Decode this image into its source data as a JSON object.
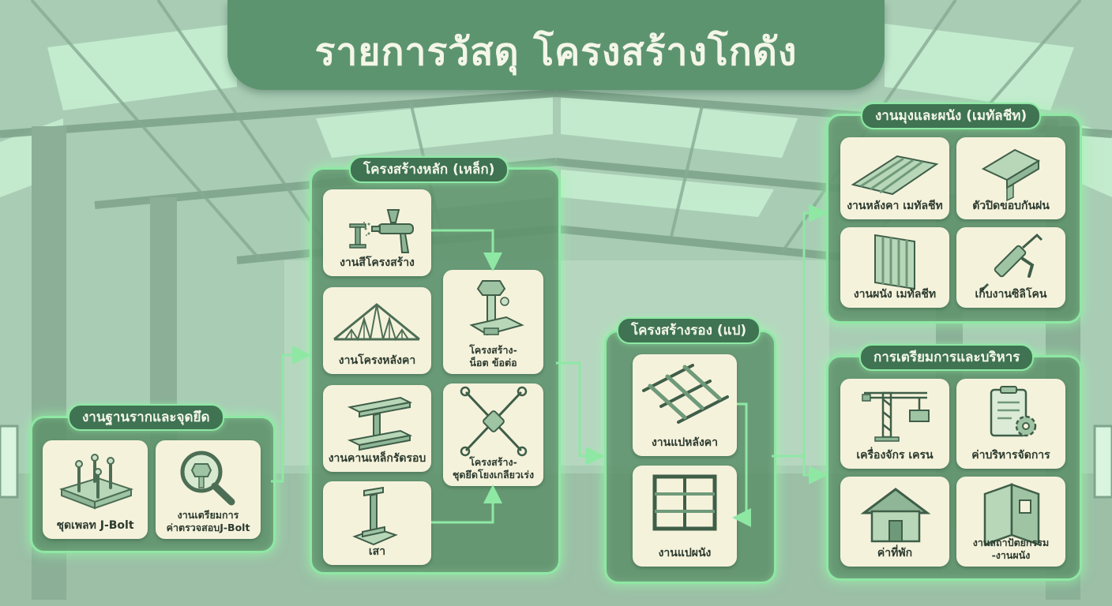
{
  "title": "รายการวัสดุ โครงสร้างโกดัง",
  "colors": {
    "accent": "#8ee8a4",
    "panel": "#5e926c",
    "card": "#f5f2dc",
    "title_bg": "#5d9470"
  },
  "groups": {
    "foundation": {
      "label": "งานฐานรากและจุดยึด",
      "cards": [
        {
          "label": "ชุดเพลท J-Bolt",
          "icon": "anchor-plate-icon"
        },
        {
          "label": "งานเตรียมการ ค่าตรวจสอบJ-Bolt",
          "line1": "งานเตรียมการ",
          "line2": "ค่าตรวจสอบJ-Bolt",
          "icon": "magnifier-bolt-icon"
        }
      ]
    },
    "main_structure": {
      "label": "โครงสร้างหลัก (เหล็ก)",
      "cards": [
        {
          "label": "งานสีโครงสร้าง",
          "icon": "spray-gun-icon"
        },
        {
          "label": "งานโครงหลังคา",
          "icon": "roof-truss-icon"
        },
        {
          "label": "งานคานเหล็กรัดรอบ",
          "icon": "i-beam-icon"
        },
        {
          "label": "เสา",
          "icon": "column-icon"
        },
        {
          "label": "โครงสร้าง-น็อต ข้อต่อ",
          "line1": "โครงสร้าง-",
          "line2": "น็อต ข้อต่อ",
          "icon": "bolt-nut-icon"
        },
        {
          "label": "โครงสร้าง-ชุดยึดโยงเกลียวเร่ง",
          "line1": "โครงสร้าง-",
          "line2": "ชุดยึดโยงเกลียวเร่ง",
          "icon": "turnbuckle-bracing-icon"
        }
      ]
    },
    "secondary_structure": {
      "label": "โครงสร้างรอง (แป)",
      "cards": [
        {
          "label": "งานแปหลังคา",
          "icon": "roof-purlin-icon"
        },
        {
          "label": "งานแปผนัง",
          "icon": "wall-purlin-icon"
        }
      ]
    },
    "roof_wall": {
      "label": "งานมุงและผนัง (เมทัลชีท)",
      "cards": [
        {
          "label": "งานหลังคา เมทัลชีท",
          "icon": "roof-sheet-icon"
        },
        {
          "label": "ตัวปิดขอบกันฝน",
          "icon": "flashing-icon"
        },
        {
          "label": "งานผนัง เมทัลชีท",
          "icon": "wall-sheet-icon"
        },
        {
          "label": "เก็บงานซิลิโคน",
          "icon": "caulking-gun-icon"
        }
      ]
    },
    "preparation": {
      "label": "การเตรียมการและบริหาร",
      "cards": [
        {
          "label": "เครื่องจักร เครน",
          "icon": "crane-icon"
        },
        {
          "label": "ค่าบริหารจัดการ",
          "icon": "clipboard-gear-icon"
        },
        {
          "label": "ค่าที่พัก",
          "icon": "house-icon"
        },
        {
          "label": "งานสถาปัตยกรรม -งานผนัง",
          "line1": "งานสถาปัตยกรรม",
          "line2": "-งานผนัง",
          "icon": "architecture-wall-icon"
        }
      ]
    }
  }
}
